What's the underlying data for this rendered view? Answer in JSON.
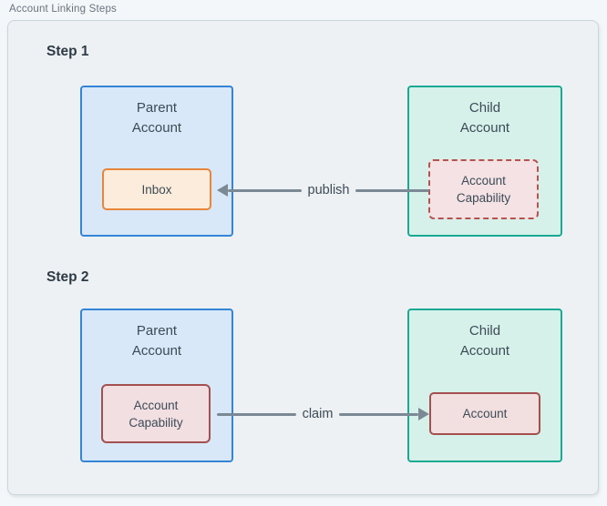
{
  "diagram_title": "Account Linking Steps",
  "colors": {
    "canvas_bg": "#edf1f4",
    "canvas_border": "#cbd5dd",
    "parent_box_bg": "#d8e8f8",
    "parent_box_border": "#3485d6",
    "child_box_bg": "#d6f1ea",
    "child_box_border": "#19a992",
    "inbox_bg": "#fcecdb",
    "inbox_border": "#e6863c",
    "capability_bg": "#f4e2e4",
    "capability_border": "#a3504f",
    "arrow": "#7b8995",
    "text": "#3d4b57"
  },
  "step1": {
    "label": "Step 1",
    "parent_title": "Parent\nAccount",
    "parent_inner": "Inbox",
    "arrow_label": "publish",
    "arrow_direction": "left",
    "child_title": "Child\nAccount",
    "child_inner": "Account\nCapability"
  },
  "step2": {
    "label": "Step 2",
    "parent_title": "Parent\nAccount",
    "parent_inner": "Account\nCapability",
    "arrow_label": "claim",
    "arrow_direction": "right",
    "child_title": "Child\nAccount",
    "child_inner": "Account"
  }
}
